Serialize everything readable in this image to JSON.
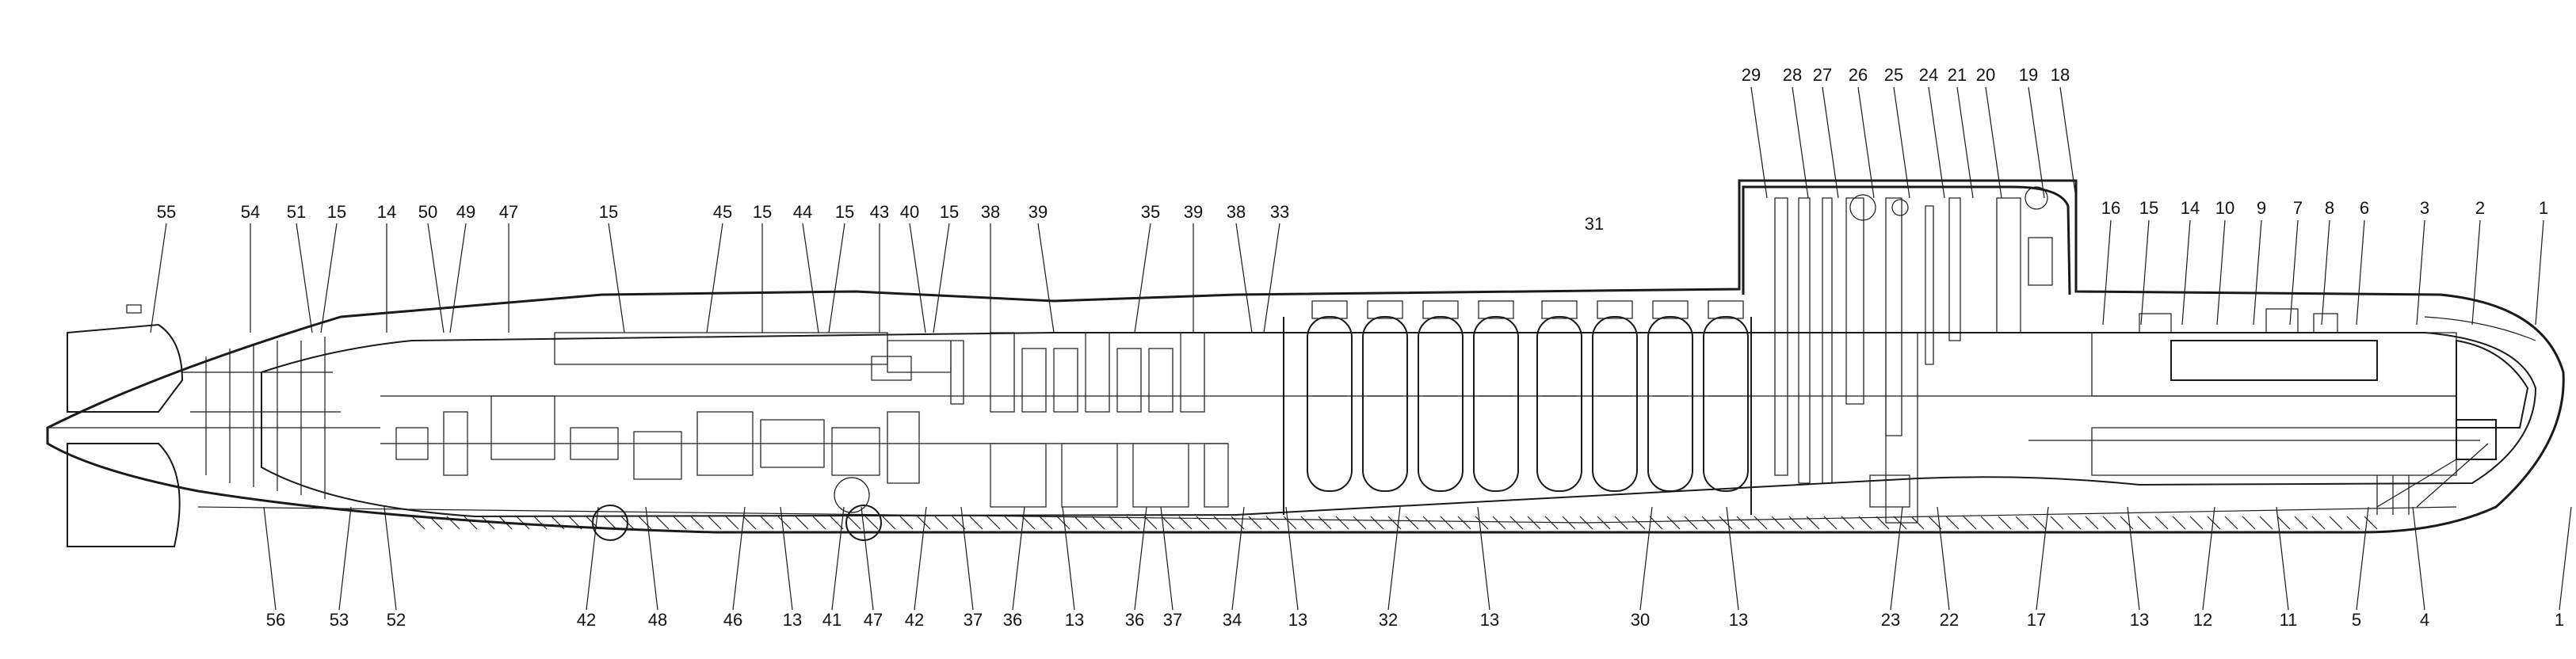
{
  "diagram": {
    "labels_top": [
      "55",
      "54",
      "51",
      "15",
      "14",
      "50",
      "49",
      "47",
      "15",
      "45",
      "15",
      "44",
      "15",
      "43",
      "40",
      "15",
      "38",
      "39",
      "35",
      "39",
      "38",
      "33",
      "31",
      "29",
      "28",
      "27",
      "26",
      "25",
      "24",
      "21",
      "20",
      "19",
      "18",
      "16",
      "15",
      "14",
      "10",
      "9",
      "7",
      "8",
      "6",
      "3",
      "2",
      "1"
    ],
    "labels_bottom": [
      "56",
      "53",
      "52",
      "42",
      "48",
      "46",
      "13",
      "41",
      "47",
      "42",
      "37",
      "36",
      "13",
      "36",
      "37",
      "34",
      "13",
      "32",
      "13",
      "30",
      "13",
      "23",
      "22",
      "17",
      "13",
      "12",
      "11",
      "5",
      "4",
      "1"
    ],
    "colors": {
      "line": "#1a1a1a",
      "background": "#ffffff"
    }
  }
}
